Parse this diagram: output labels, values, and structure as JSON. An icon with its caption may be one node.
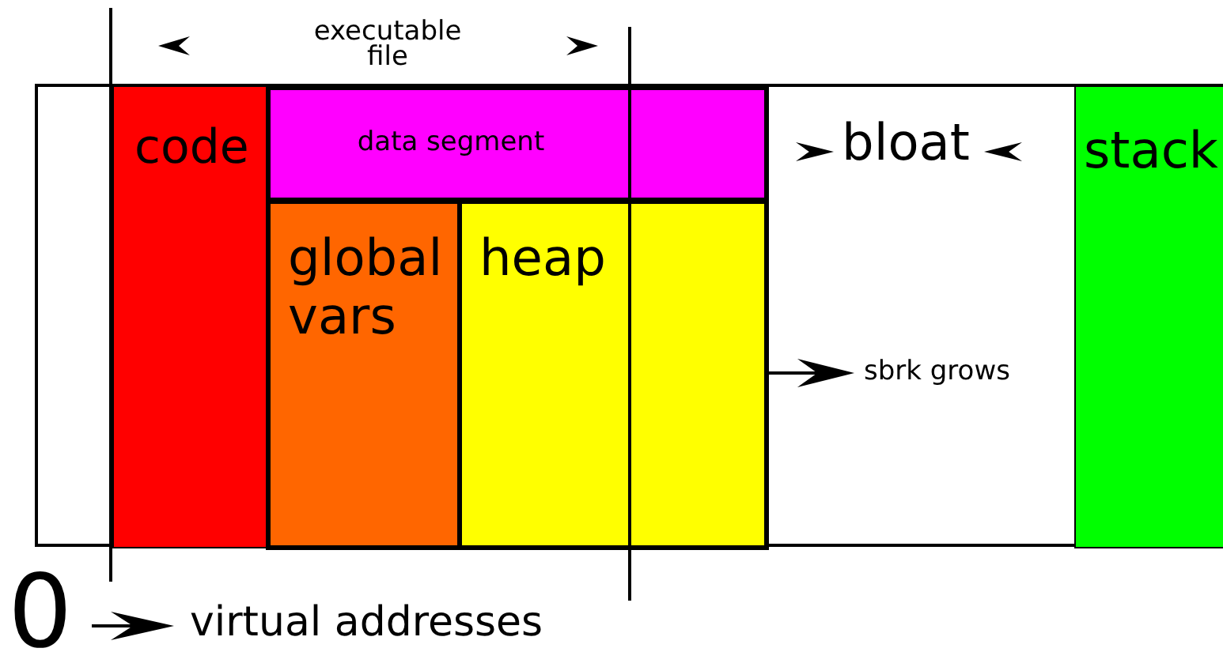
{
  "diagram": {
    "nodes": [
      {
        "text": [],
        "shape": "bar"
      },
      {
        "text": [
          "code"
        ],
        "in": 0
      },
      {
        "text": [
          "data segment"
        ],
        "in": 0
      },
      {
        "text": [
          "global vars"
        ],
        "in": 0
      },
      {
        "text": [
          "heap"
        ],
        "in": 0
      },
      {
        "text": [
          "stack"
        ],
        "in": 0
      }
    ],
    "labels": [
      "executable file",
      "bloat",
      "sbrk grows",
      "0",
      "virtual addresses"
    ]
  }
}
